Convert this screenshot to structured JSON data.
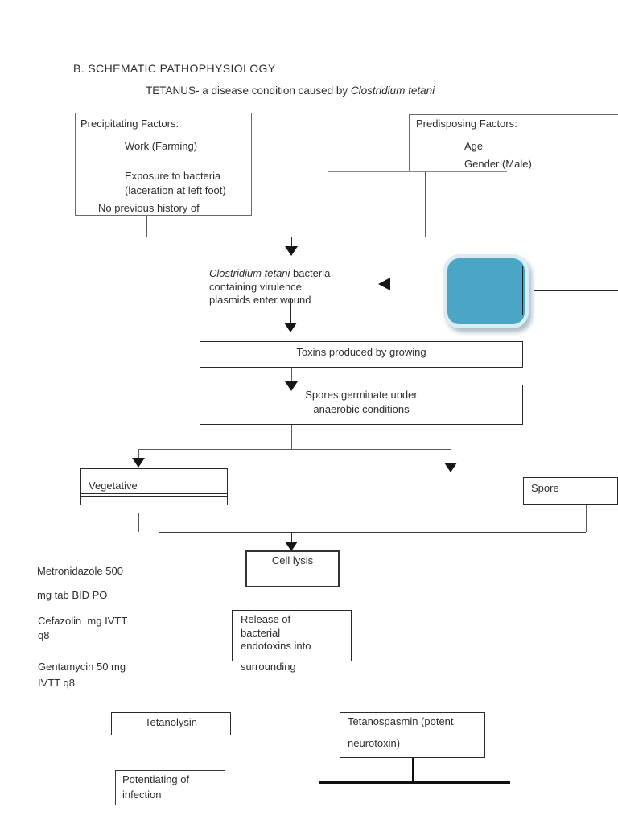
{
  "page": {
    "title": "B. SCHEMATIC PATHOPHYSIOLOGY",
    "subtitle_prefix": "TETANUS- a disease condition caused by ",
    "subtitle_italic": "Clostridium tetani"
  },
  "boxes": {
    "precipitating": {
      "heading": "Precipitating Factors:",
      "item1": "Work (Farming)",
      "item2": "Exposure to bacteria",
      "item3": "(laceration at left foot)",
      "footer": "No previous history of"
    },
    "predisposing": {
      "heading": "Predisposing Factors:",
      "item1": "Age",
      "item2": "Gender (Male)"
    },
    "bacteria_entry": {
      "line1_italic": "Clostridium tetani",
      "line1_rest": " bacteria",
      "line2": "containing virulence",
      "line3": "plasmids enter wound"
    },
    "toxins": {
      "label": "Toxins produced by growing"
    },
    "spores": {
      "line1": "Spores germinate under",
      "line2": "anaerobic conditions"
    },
    "vegetative": {
      "label": "Vegetative"
    },
    "spore": {
      "label": "Spore"
    },
    "cell_lysis": {
      "label": "Cell lysis"
    },
    "release": {
      "line1": "Release of",
      "line2": "bacterial",
      "line3": "endotoxins into",
      "below": "surrounding"
    },
    "tetanolysin": {
      "label": "Tetanolysin"
    },
    "tetanospasmin": {
      "line1": "Tetanospasmin (potent",
      "line2": "neurotoxin)"
    },
    "potentiating": {
      "line1": "Potentiating of",
      "line2": "infection"
    }
  },
  "annotations": {
    "med1_line1": "Metronidazole 500",
    "med1_line2": "mg tab BID PO",
    "med2_line1": "Cefazolin  mg IVTT",
    "med2_line2": "q8",
    "med3_line1": "Gentamycin 50 mg",
    "med3_line2": "IVTT q8"
  },
  "icons": {
    "flow_arrow_down": "▼",
    "pointer_left": "◄"
  },
  "colors": {
    "highlight_fill": "#4BA5C5",
    "highlight_halo": "#D8EDF5",
    "connector_line": "#5C5C5C",
    "box_border": "#4A4A4A",
    "text": "#2E2E2E"
  }
}
